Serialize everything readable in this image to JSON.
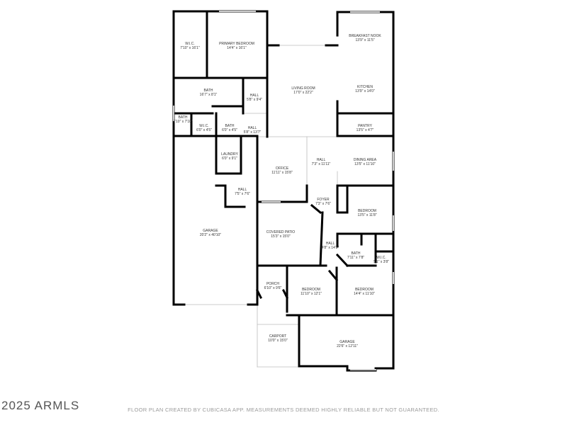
{
  "rooms": [
    {
      "name": "W.I.C.",
      "size": "7'10\" x 16'1\""
    },
    {
      "name": "PRIMARY BEDROOM",
      "size": "14'4\" x 16'1\""
    },
    {
      "name": "BATH",
      "size": "16'7\" x 8'1\""
    },
    {
      "name": "HALL",
      "size": "5'8\" x 9'4\""
    },
    {
      "name": "LIVING ROOM",
      "size": "17'0\" x 22'2\""
    },
    {
      "name": "BREAKFAST NOOK",
      "size": "13'9\" x 11'5\""
    },
    {
      "name": "KITCHEN",
      "size": "13'9\" x 14'0\""
    },
    {
      "name": "BATH",
      "size": "7'10\" x 7'10\""
    },
    {
      "name": "W.I.C.",
      "size": "6'0\" x 4'5\""
    },
    {
      "name": "BATH",
      "size": "6'0\" x 4'5\""
    },
    {
      "name": "HALL",
      "size": "5'8\" x 13'7\""
    },
    {
      "name": "PANTRY",
      "size": "13'5\" x 4'7\""
    },
    {
      "name": "LAUNDRY",
      "size": "6'0\" x 9'1\""
    },
    {
      "name": "OFFICE",
      "size": "11'11\" x 15'8\""
    },
    {
      "name": "HALL",
      "size": "7'3\" x 11'11\""
    },
    {
      "name": "DINING AREA",
      "size": "13'5\" x 11'10\""
    },
    {
      "name": "HALL",
      "size": "7'5\" x 7'6\""
    },
    {
      "name": "FOYER",
      "size": "7'3\" x 7'6\""
    },
    {
      "name": "BEDROOM",
      "size": "13'5\" x 11'8\""
    },
    {
      "name": "GARAGE",
      "size": "20'2\" x 40'10\""
    },
    {
      "name": "COVERED PATIO",
      "size": "15'3\" x 15'0\""
    },
    {
      "name": "HALL",
      "size": "4'8\" x 14'2\""
    },
    {
      "name": "BATH",
      "size": "7'11\" x 7'8\""
    },
    {
      "name": "W.I.C.",
      "size": "5'1\" x 3'8\""
    },
    {
      "name": "PORCH",
      "size": "6'10\" x 9'6\""
    },
    {
      "name": "BEDROOM",
      "size": "11'10\" x 12'1\""
    },
    {
      "name": "BEDROOM",
      "size": "14'4\" x 11'10\""
    },
    {
      "name": "CARPORT",
      "size": "10'0\" x 15'0\""
    },
    {
      "name": "GARAGE",
      "size": "22'6\" x 12'11\""
    }
  ],
  "footer": "FLOOR PLAN CREATED BY CUBICASA APP. MEASUREMENTS DEEMED HIGHLY RELIABLE BUT NOT GUARANTEED.",
  "watermark": "2025 ARMLS",
  "colors": {
    "wall": "#000000",
    "thin_wall": "#bbbbbb",
    "window": "#cccccc"
  }
}
